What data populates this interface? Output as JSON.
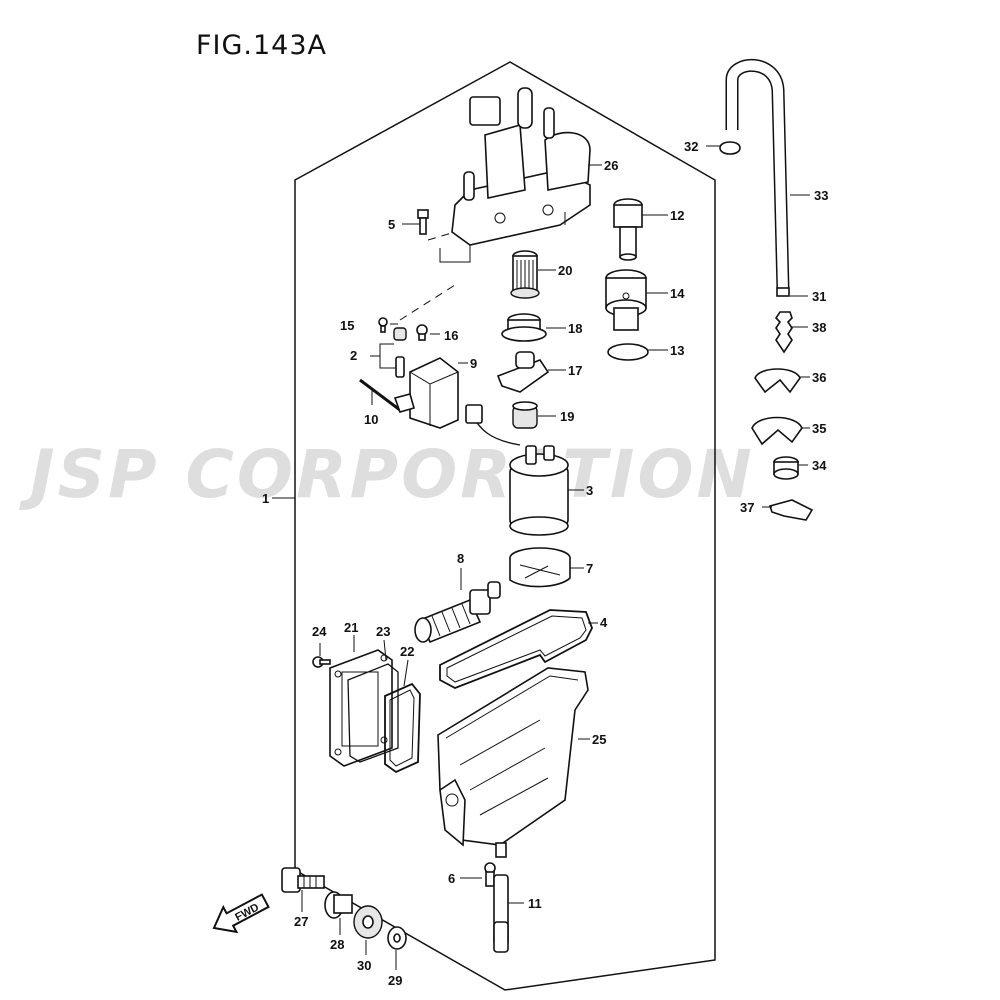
{
  "figure": {
    "title": "FIG.143A"
  },
  "watermark": {
    "text": "JSP CORPORATION"
  },
  "direction_arrow": {
    "label": "FWD"
  },
  "callouts": [
    {
      "id": "1",
      "label": "1"
    },
    {
      "id": "2",
      "label": "2"
    },
    {
      "id": "3",
      "label": "3"
    },
    {
      "id": "4",
      "label": "4"
    },
    {
      "id": "5",
      "label": "5"
    },
    {
      "id": "6",
      "label": "6"
    },
    {
      "id": "7",
      "label": "7"
    },
    {
      "id": "8",
      "label": "8"
    },
    {
      "id": "9",
      "label": "9"
    },
    {
      "id": "10",
      "label": "10"
    },
    {
      "id": "11",
      "label": "11"
    },
    {
      "id": "12",
      "label": "12"
    },
    {
      "id": "13",
      "label": "13"
    },
    {
      "id": "14",
      "label": "14"
    },
    {
      "id": "15",
      "label": "15"
    },
    {
      "id": "16",
      "label": "16"
    },
    {
      "id": "17",
      "label": "17"
    },
    {
      "id": "18",
      "label": "18"
    },
    {
      "id": "19",
      "label": "19"
    },
    {
      "id": "20",
      "label": "20"
    },
    {
      "id": "21",
      "label": "21"
    },
    {
      "id": "22",
      "label": "22"
    },
    {
      "id": "23",
      "label": "23"
    },
    {
      "id": "24",
      "label": "24"
    },
    {
      "id": "25",
      "label": "25"
    },
    {
      "id": "26",
      "label": "26"
    },
    {
      "id": "27",
      "label": "27"
    },
    {
      "id": "28",
      "label": "28"
    },
    {
      "id": "29",
      "label": "29"
    },
    {
      "id": "30",
      "label": "30"
    },
    {
      "id": "31",
      "label": "31"
    },
    {
      "id": "32",
      "label": "32"
    },
    {
      "id": "33",
      "label": "33"
    },
    {
      "id": "34",
      "label": "34"
    },
    {
      "id": "35",
      "label": "35"
    },
    {
      "id": "36",
      "label": "36"
    },
    {
      "id": "37",
      "label": "37"
    },
    {
      "id": "38",
      "label": "38"
    }
  ]
}
